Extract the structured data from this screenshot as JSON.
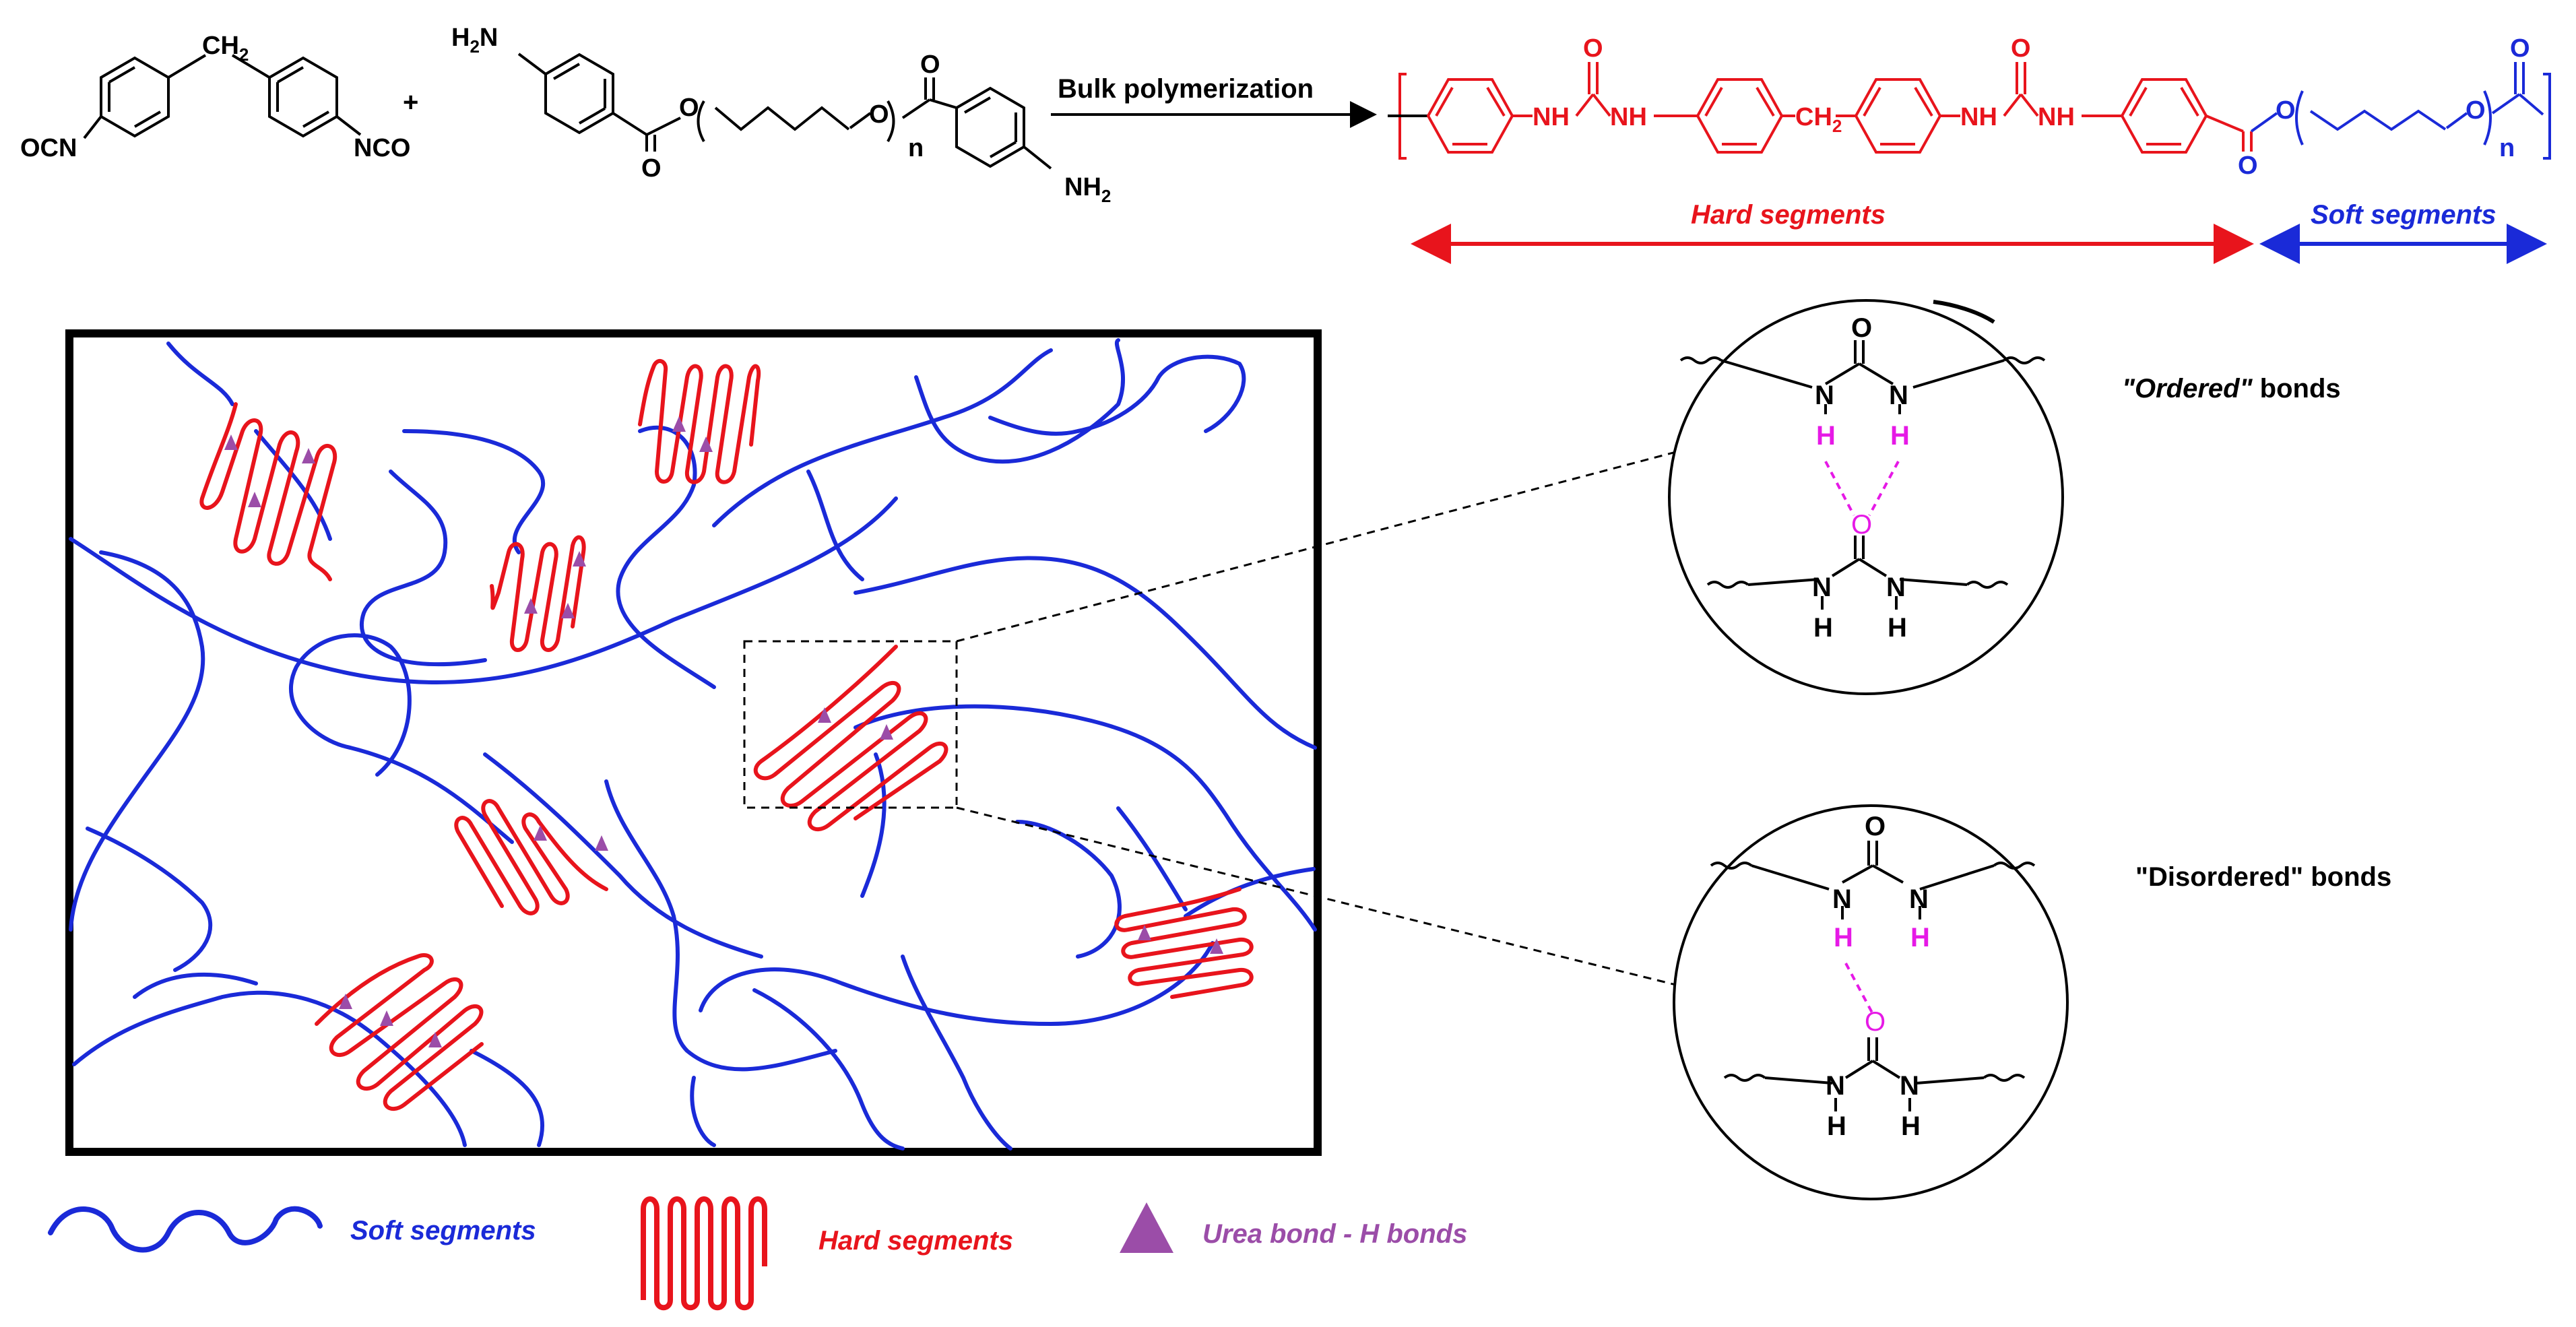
{
  "colors": {
    "hard": "#e8141c",
    "soft": "#1a2ad8",
    "hbond": "#e619e6",
    "urea_triangle": "#9b4da8",
    "ink": "#000000"
  },
  "reaction": {
    "reactant1": {
      "ocn_left": "OCN",
      "ch2": "CH",
      "ch2_sub": "2",
      "nco_right": "NCO"
    },
    "plus": "+",
    "reactant2": {
      "h2n_top": "H",
      "h2n_top_sub": "2",
      "h2n_top_n": "N",
      "o_ester": "O",
      "o_carbonyl": "O",
      "o_right": "O",
      "n": "n",
      "o_carbonyl2": "O",
      "nh2_n": "NH",
      "nh2_sub": "2"
    },
    "arrow_label": "Bulk polymerization",
    "product": {
      "nh": "NH",
      "o": "O",
      "ch2": "CH",
      "ch2_sub": "2",
      "n": "n"
    },
    "hard_segments_label": "Hard segments",
    "soft_segments_label": "Soft segments"
  },
  "zoom": {
    "ordered": {
      "label_italic": "\"Ordered\"",
      "label_rest": " bonds"
    },
    "disordered": {
      "label": "\"Disordered\" bonds"
    },
    "atoms": {
      "n": "N",
      "h": "H",
      "o": "O"
    }
  },
  "legend": {
    "soft": "Soft segments",
    "hard": "Hard segments",
    "urea": "Urea bond - H bonds"
  }
}
